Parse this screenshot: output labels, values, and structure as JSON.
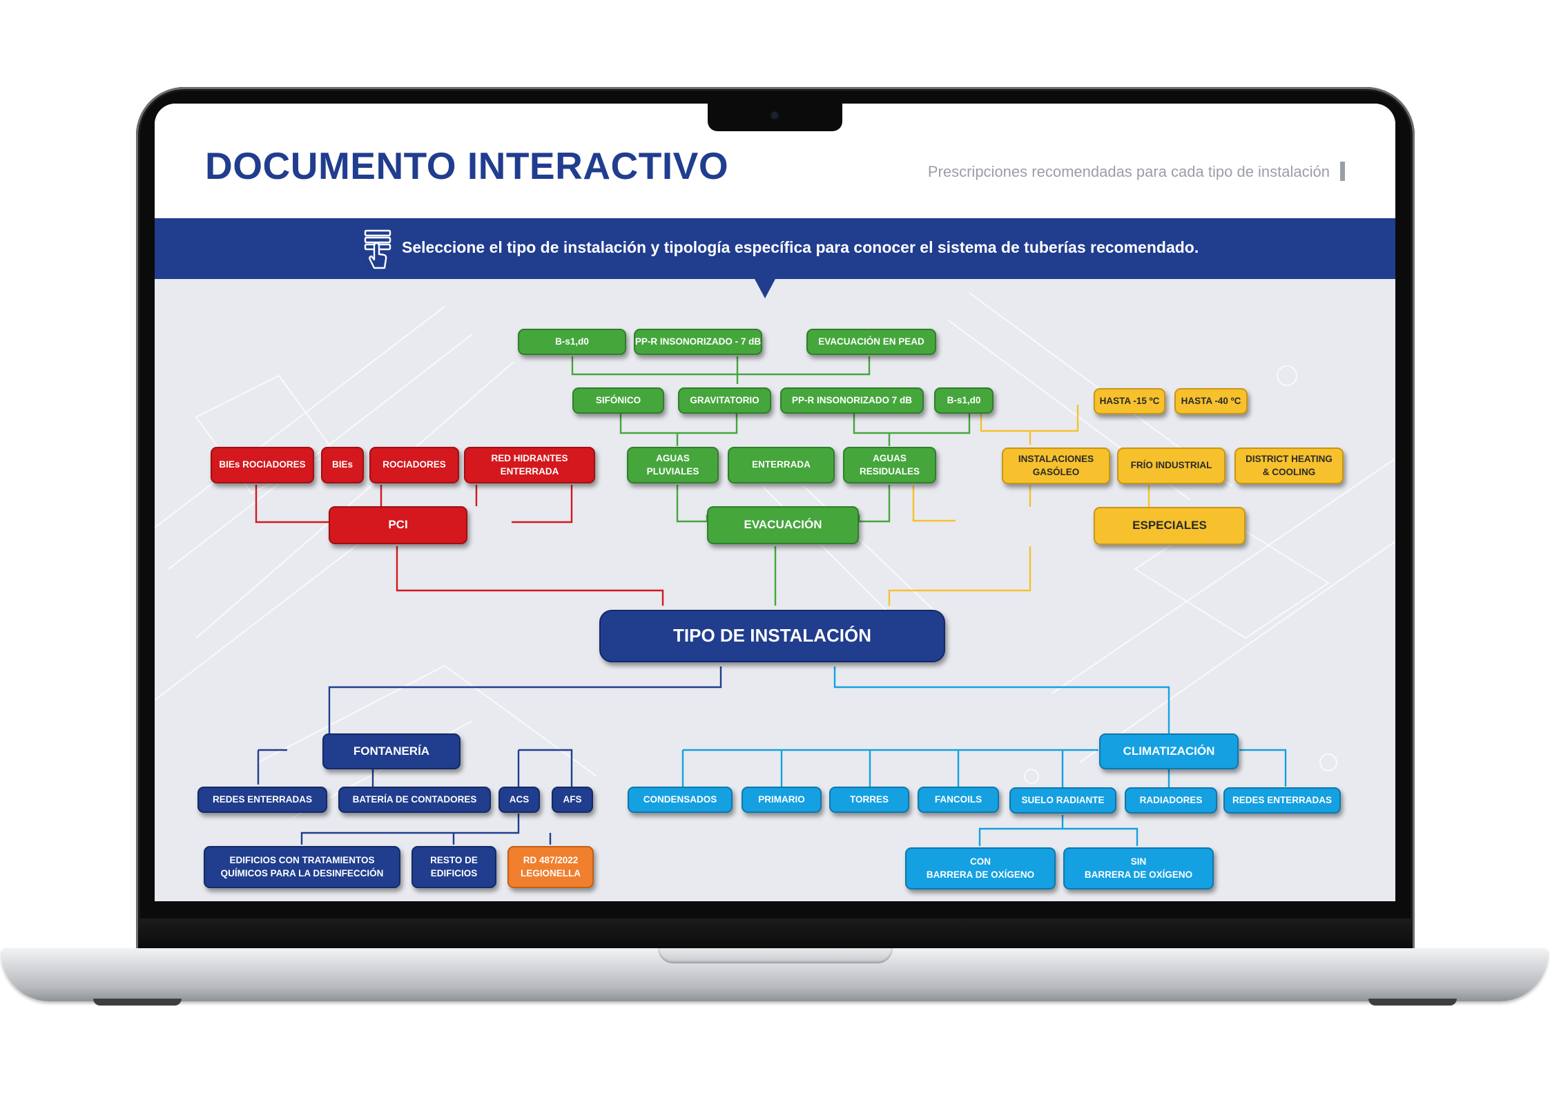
{
  "header": {
    "title": "DOCUMENTO INTERACTIVO",
    "subtitle": "Prescripciones recomendadas para cada tipo de instalación"
  },
  "banner": {
    "text": "Seleccione el tipo de instalación y tipología específica para conocer el sistema de tuberías recomendado.",
    "icon": "hand-pointer-icon"
  },
  "colors": {
    "navy": "#203d8e",
    "green": "#45a63c",
    "red": "#d4181d",
    "yellow": "#f6c12c",
    "sky": "#15a0e2",
    "orange": "#f07f2e"
  },
  "diagram": {
    "root": "TIPO DE INSTALACIÓN",
    "pci": {
      "label": "PCI",
      "children": [
        "BIEs ROCIADORES",
        "BIEs",
        "ROCIADORES",
        "RED HIDRANTES\nENTERRADA"
      ]
    },
    "evacuacion": {
      "label": "EVACUACIÓN",
      "children": [
        "AGUAS\nPLUVIALES",
        "ENTERRADA",
        "AGUAS\nRESIDUALES"
      ],
      "pluviales_children": [
        "SIFÓNICO",
        "GRAVITATORIO"
      ],
      "residuales_children": [
        "PP-R INSONORIZADO 7 dB",
        "B-s1,d0"
      ],
      "sifonico_children": [
        "B-s1,d0",
        "PP-R INSONORIZADO - 7 dB",
        "EVACUACIÓN EN PEAD"
      ]
    },
    "especiales": {
      "label": "ESPECIALES",
      "children": [
        "INSTALACIONES\nGASÓLEO",
        "FRÍO INDUSTRIAL",
        "DISTRICT HEATING\n& COOLING"
      ],
      "frio_children": [
        "HASTA -15 ºC",
        "HASTA -40 ºC"
      ]
    },
    "fontaneria": {
      "label": "FONTANERÍA",
      "children": [
        "REDES ENTERRADAS",
        "BATERÍA DE CONTADORES",
        "ACS",
        "AFS"
      ],
      "acs_children": [
        "EDIFICIOS CON TRATAMIENTOS\nQUÍMICOS PARA LA DESINFECCIÓN",
        "RESTO DE\nEDIFICIOS",
        "RD 487/2022\nLEGIONELLA"
      ]
    },
    "climatizacion": {
      "label": "CLIMATIZACIÓN",
      "children": [
        "CONDENSADOS",
        "PRIMARIO",
        "TORRES",
        "FANCOILS",
        "SUELO RADIANTE",
        "RADIADORES",
        "REDES ENTERRADAS"
      ],
      "suelo_children": [
        "CON\nBARRERA DE OXÍGENO",
        "SIN\nBARRERA DE OXÍGENO"
      ]
    }
  }
}
